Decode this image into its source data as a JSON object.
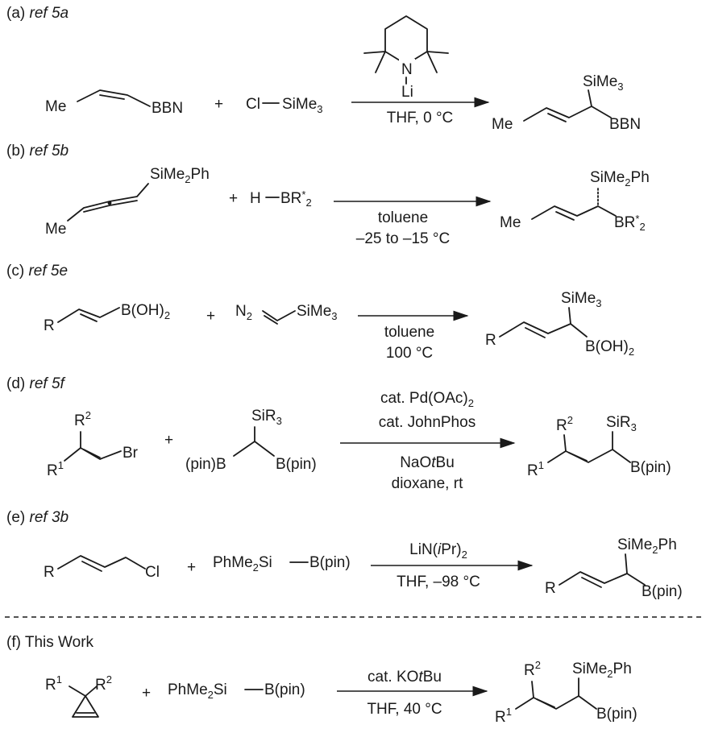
{
  "rows": [
    {
      "tag": "(a)",
      "ref": "ref 5a",
      "reagent1": "BBN",
      "me": "Me",
      "plus": "+",
      "reagent2_cl": "Cl",
      "reagent2_si": "SiMe3",
      "above": "",
      "amide_n": "N",
      "amide_li": "Li",
      "below": "THF, 0 °C",
      "prod_si": "SiMe3",
      "prod_me": "Me",
      "prod_b": "BBN"
    },
    {
      "tag": "(b)",
      "ref": "ref 5b",
      "si": "SiMe2Ph",
      "me": "Me",
      "plus": "+",
      "hb": "H",
      "br": "BR*2",
      "below1": "toluene",
      "below2": "–25 to –15 °C",
      "prod_si": "SiMe2Ph",
      "prod_me": "Me",
      "prod_b": "BR*2"
    },
    {
      "tag": "(c)",
      "ref": "ref 5e",
      "r": "R",
      "boh": "B(OH)2",
      "plus": "+",
      "n2": "N2",
      "si": "SiMe3",
      "below1": "toluene",
      "below2": "100 °C",
      "prod_si": "SiMe3",
      "prod_r": "R",
      "prod_b": "B(OH)2"
    },
    {
      "tag": "(d)",
      "ref": "ref 5f",
      "r2": "R2",
      "r1": "R1",
      "br": "Br",
      "plus": "+",
      "sir3": "SiR3",
      "pinb_left": "(pin)B",
      "pinb_right": "B(pin)",
      "above1": "cat. Pd(OAc)2",
      "above2": "cat. JohnPhos",
      "below1": "NaOtBu",
      "below2": "dioxane, rt",
      "prod_r2": "R2",
      "prod_r1": "R1",
      "prod_si": "SiR3",
      "prod_b": "B(pin)"
    },
    {
      "tag": "(e)",
      "ref": "ref 3b",
      "r": "R",
      "cl": "Cl",
      "plus": "+",
      "si": "PhMe2Si",
      "b": "B(pin)",
      "above": "LiN(iPr)2",
      "below": "THF, –98 °C",
      "prod_si": "SiMe2Ph",
      "prod_r": "R",
      "prod_b": "B(pin)"
    },
    {
      "tag": "(f)",
      "title": "This Work",
      "r1": "R1",
      "r2": "R2",
      "plus": "+",
      "si": "PhMe2Si",
      "b": "B(pin)",
      "above": "cat. KOtBu",
      "below": "THF, 40 °C",
      "prod_r2": "R2",
      "prod_r1": "R1",
      "prod_si": "SiMe2Ph",
      "prod_b": "B(pin)"
    }
  ]
}
